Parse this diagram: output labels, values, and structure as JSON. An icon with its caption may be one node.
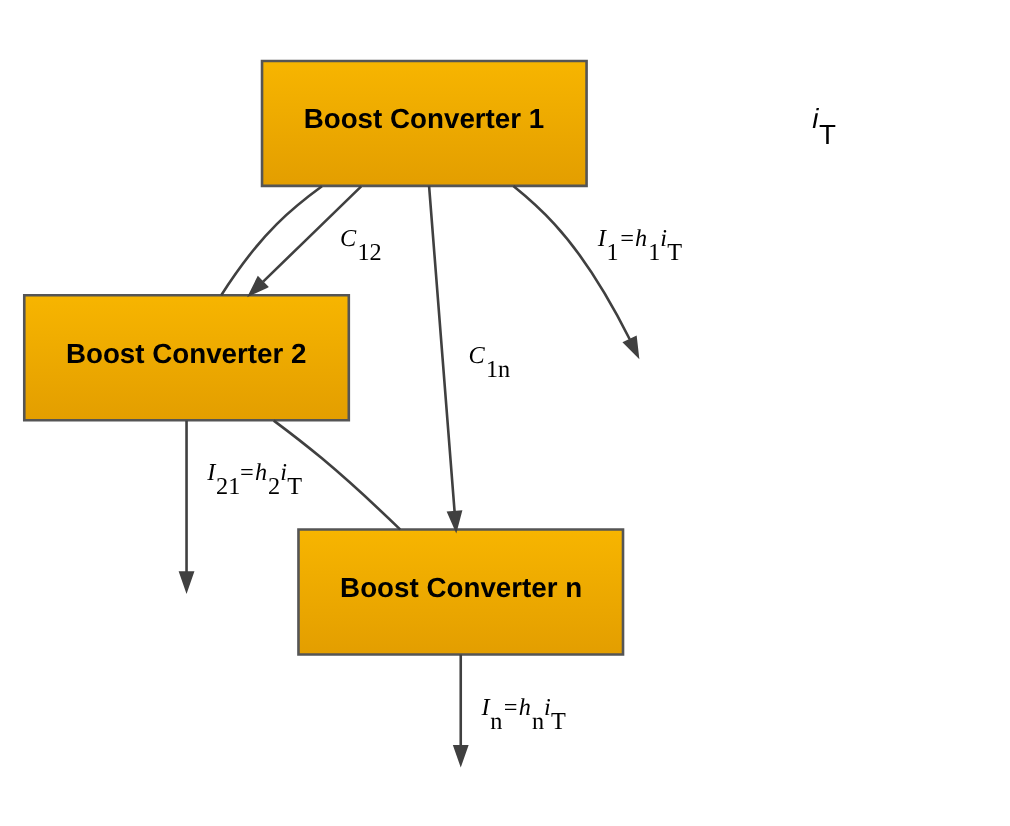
{
  "diagram": {
    "nodes": [
      {
        "text": [
          "Boost Converter 1"
        ]
      },
      {
        "text": [
          "Boost Converter 2"
        ]
      },
      {
        "text": [
          "Boost Converter n"
        ]
      }
    ],
    "edges": [
      {
        "from": 0,
        "to": 1,
        "arrow": "none"
      },
      {
        "from": 1,
        "to": 2,
        "arrow": "none"
      },
      {
        "from": 0,
        "to": 1,
        "arrow": "to",
        "label": "C$_{12}$"
      },
      {
        "from": 0,
        "to": 2,
        "arrow": "to",
        "label": "C$_{1n}$"
      },
      {
        "from": 0,
        "to": null,
        "arrow": "to",
        "label": "I$_{1}$=h$_{1}$i$_{T}$"
      },
      {
        "from": 1,
        "to": null,
        "arrow": "to",
        "label": "I$_{21}$=h$_{2}$i$_{T}$"
      },
      {
        "from": 2,
        "to": null,
        "arrow": "to",
        "label": "I$_{n}$=h$_{n}$i$_{T}$"
      }
    ],
    "labels": [
      "i$_{T}$"
    ]
  }
}
